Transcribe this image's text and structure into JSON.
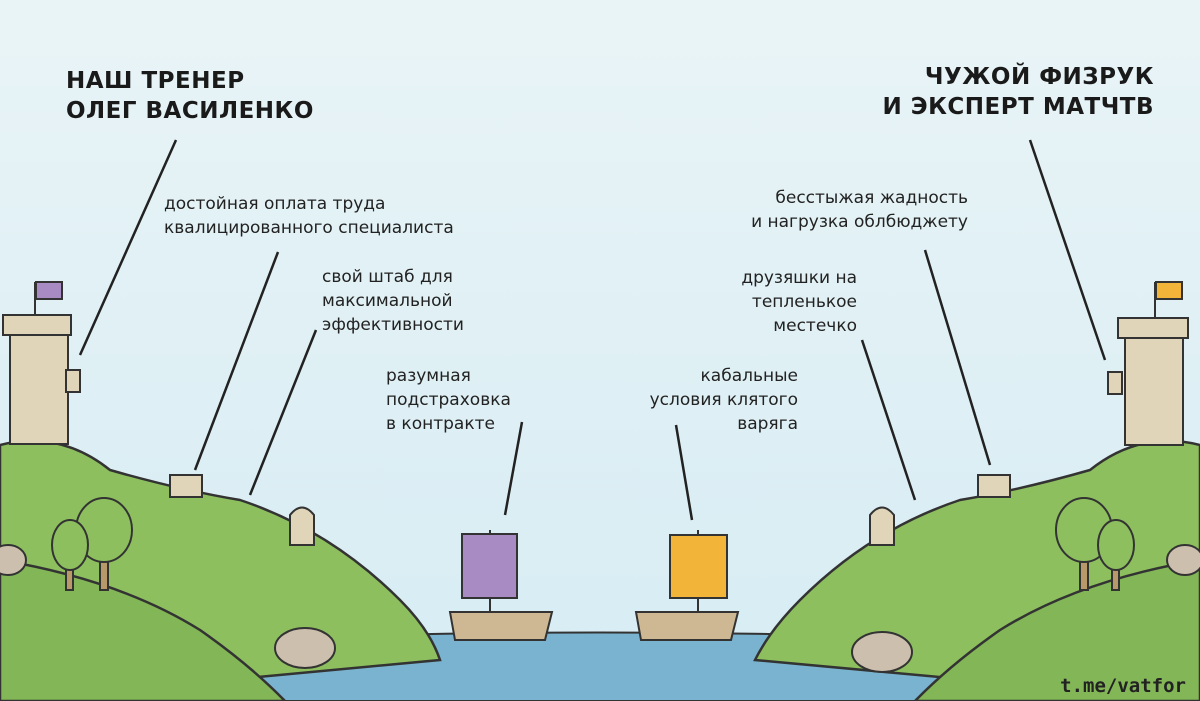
{
  "left": {
    "title": [
      "НАШ ТРЕНЕР",
      "ОЛЕГ ВАСИЛЕНКО"
    ],
    "labels": {
      "salary": [
        "достойная оплата труда",
        "квалицированного специалиста"
      ],
      "headquarters": [
        "свой штаб для",
        "максимальной",
        "эффективности"
      ],
      "contract": [
        "разумная",
        "подстраховка",
        "в контракте"
      ]
    },
    "flag_color": "#a98bc4",
    "sail_color": "#a98bc4"
  },
  "right": {
    "title": [
      "ЧУЖОЙ ФИЗРУК",
      "И ЭКСПЕРТ МАТЧТВ"
    ],
    "labels": {
      "greed": [
        "бесстыжая жадность",
        "и нагрузка облбюджету"
      ],
      "friends": [
        "друзяшки на",
        "тепленькое",
        "местечко"
      ],
      "conditions": [
        "кабальные",
        "условия клятого",
        "варяга"
      ]
    },
    "flag_color": "#f2b53a",
    "sail_color": "#f2b53a"
  },
  "watermark": "t.me/vatfor",
  "colors": {
    "sky": "#e4f2f7",
    "grass": "#8dbf5e",
    "water": "#7ab3cf",
    "stone": "#d8cdb0"
  }
}
